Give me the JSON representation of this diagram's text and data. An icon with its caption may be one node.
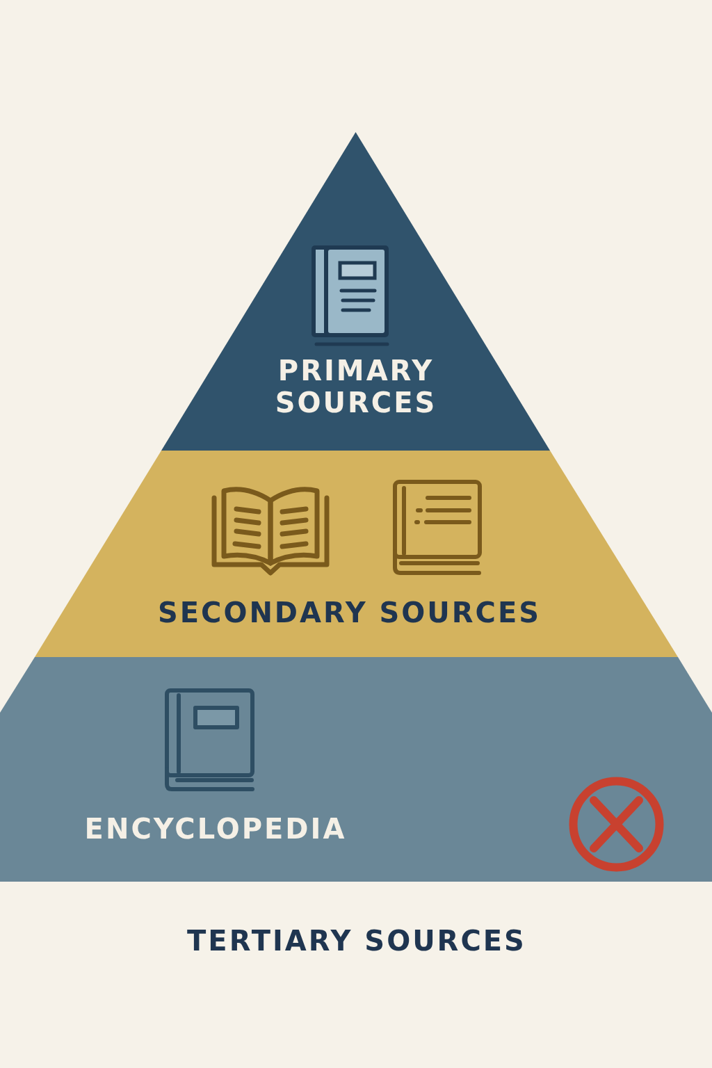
{
  "diagram": {
    "nodes": [
      {
        "text": [
          "PRIMARY SOURCES"
        ]
      },
      {
        "text": [
          "SECONDARY SOURCES"
        ]
      },
      {
        "text": [
          "ENCYCLOPEDIA"
        ],
        "beside": [
          "TERTIARY SOURCES"
        ]
      }
    ]
  }
}
